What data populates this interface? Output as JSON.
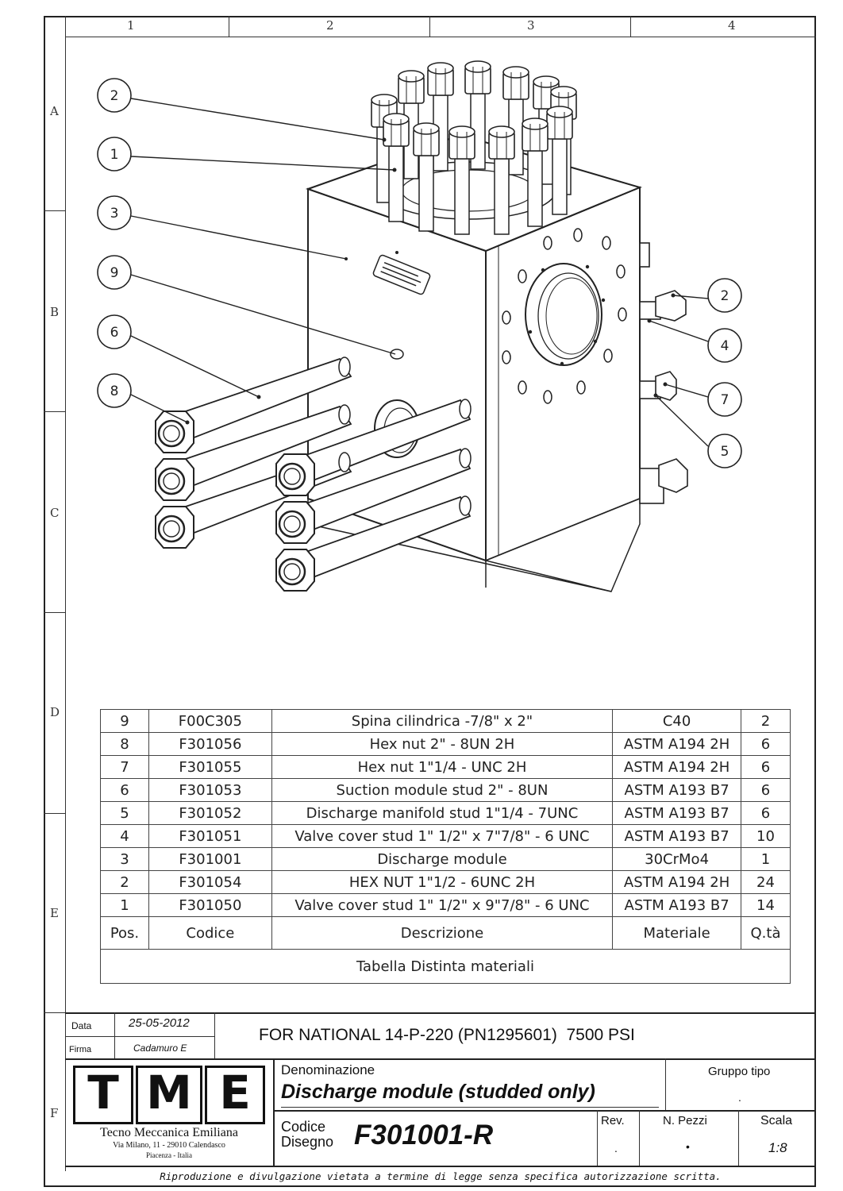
{
  "grid": {
    "columns": [
      "1",
      "2",
      "3",
      "4"
    ],
    "rows": [
      "A",
      "B",
      "C",
      "D",
      "E",
      "F"
    ]
  },
  "balloons": [
    "2",
    "1",
    "3",
    "9",
    "6",
    "8",
    "2",
    "4",
    "7",
    "5"
  ],
  "bom": {
    "rows": [
      {
        "pos": "9",
        "code": "F00C305",
        "desc": "Spina cilindrica -7/8\" x 2\"",
        "mat": "C40",
        "qty": "2"
      },
      {
        "pos": "8",
        "code": "F301056",
        "desc": "Hex nut  2\" -  8UN 2H",
        "mat": "ASTM A194 2H",
        "qty": "6"
      },
      {
        "pos": "7",
        "code": "F301055",
        "desc": "Hex nut 1\"1/4 - UNC 2H",
        "mat": "ASTM A194 2H",
        "qty": "6"
      },
      {
        "pos": "6",
        "code": "F301053",
        "desc": "Suction module stud 2\" -  8UN",
        "mat": "ASTM A193 B7",
        "qty": "6"
      },
      {
        "pos": "5",
        "code": "F301052",
        "desc": "Discharge manifold stud  1\"1/4 - 7UNC",
        "mat": "ASTM A193 B7",
        "qty": "6"
      },
      {
        "pos": "4",
        "code": "F301051",
        "desc": "Valve cover stud 1\" 1/2\" x 7\"7/8\" - 6 UNC",
        "mat": "ASTM A193 B7",
        "qty": "10"
      },
      {
        "pos": "3",
        "code": "F301001",
        "desc": "Discharge module",
        "mat": "30CrMo4",
        "qty": "1"
      },
      {
        "pos": "2",
        "code": "F301054",
        "desc": "HEX NUT 1\"1/2 - 6UNC 2H",
        "mat": "ASTM A194 2H",
        "qty": "24"
      },
      {
        "pos": "1",
        "code": "F301050",
        "desc": "Valve cover stud 1\" 1/2\" x 9\"7/8\" - 6 UNC",
        "mat": "ASTM A193 B7",
        "qty": "14"
      }
    ],
    "headers": {
      "pos": "Pos.",
      "code": "Codice",
      "desc": "Descrizione",
      "mat": "Materiale",
      "qty": "Q.tà"
    },
    "caption": "Tabella Distinta materiali"
  },
  "title_block": {
    "data_label": "Data",
    "data_value": "25-05-2012",
    "firma_label": "Firma",
    "firma_value": "Cadamuro E",
    "project": "FOR NATIONAL 14-P-220 (PN1295601)  7500 PSI",
    "denominazione_label": "Denominazione",
    "denominazione": "Discharge module (studded only)",
    "gruppo_label": "Gruppo tipo",
    "gruppo_value": ".",
    "codice_label_1": "Codice",
    "codice_label_2": "Disegno",
    "codice": "F301001-R",
    "rev_label": "Rev.",
    "rev_value": ".",
    "pezzi_label": "N. Pezzi",
    "pezzi_value": "•",
    "scala_label": "Scala",
    "scala_value": "1:8",
    "logo_letters": [
      "T",
      "M",
      "E"
    ],
    "company": "Tecno Meccanica Emiliana",
    "address_1": "Via Milano, 11 - 29010 Calendasco",
    "address_2": "Piacenza - Italia",
    "disclaimer": "Riproduzione e divulgazione vietata a termine di legge senza specifica autorizzazione scritta."
  }
}
